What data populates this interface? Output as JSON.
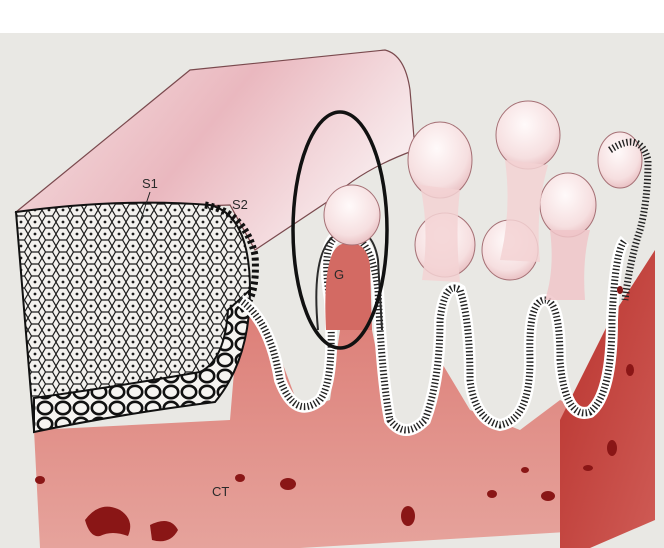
{
  "labels": {
    "s1": "S1",
    "s2": "S2",
    "g": "G",
    "ct": "CT"
  },
  "colors": {
    "page_background": "#ffffff",
    "photo_background": "#e9e8e4",
    "connective_tissue": "#c8504b",
    "connective_tissue_light": "#e39a93",
    "epithelium_surface": "#f2d4d6",
    "epithelium_light": "#fbeff0",
    "blood_vessel": "#8a1616",
    "cell_outline": "#1a1a1a",
    "highlight_ellipse": "#111111"
  }
}
